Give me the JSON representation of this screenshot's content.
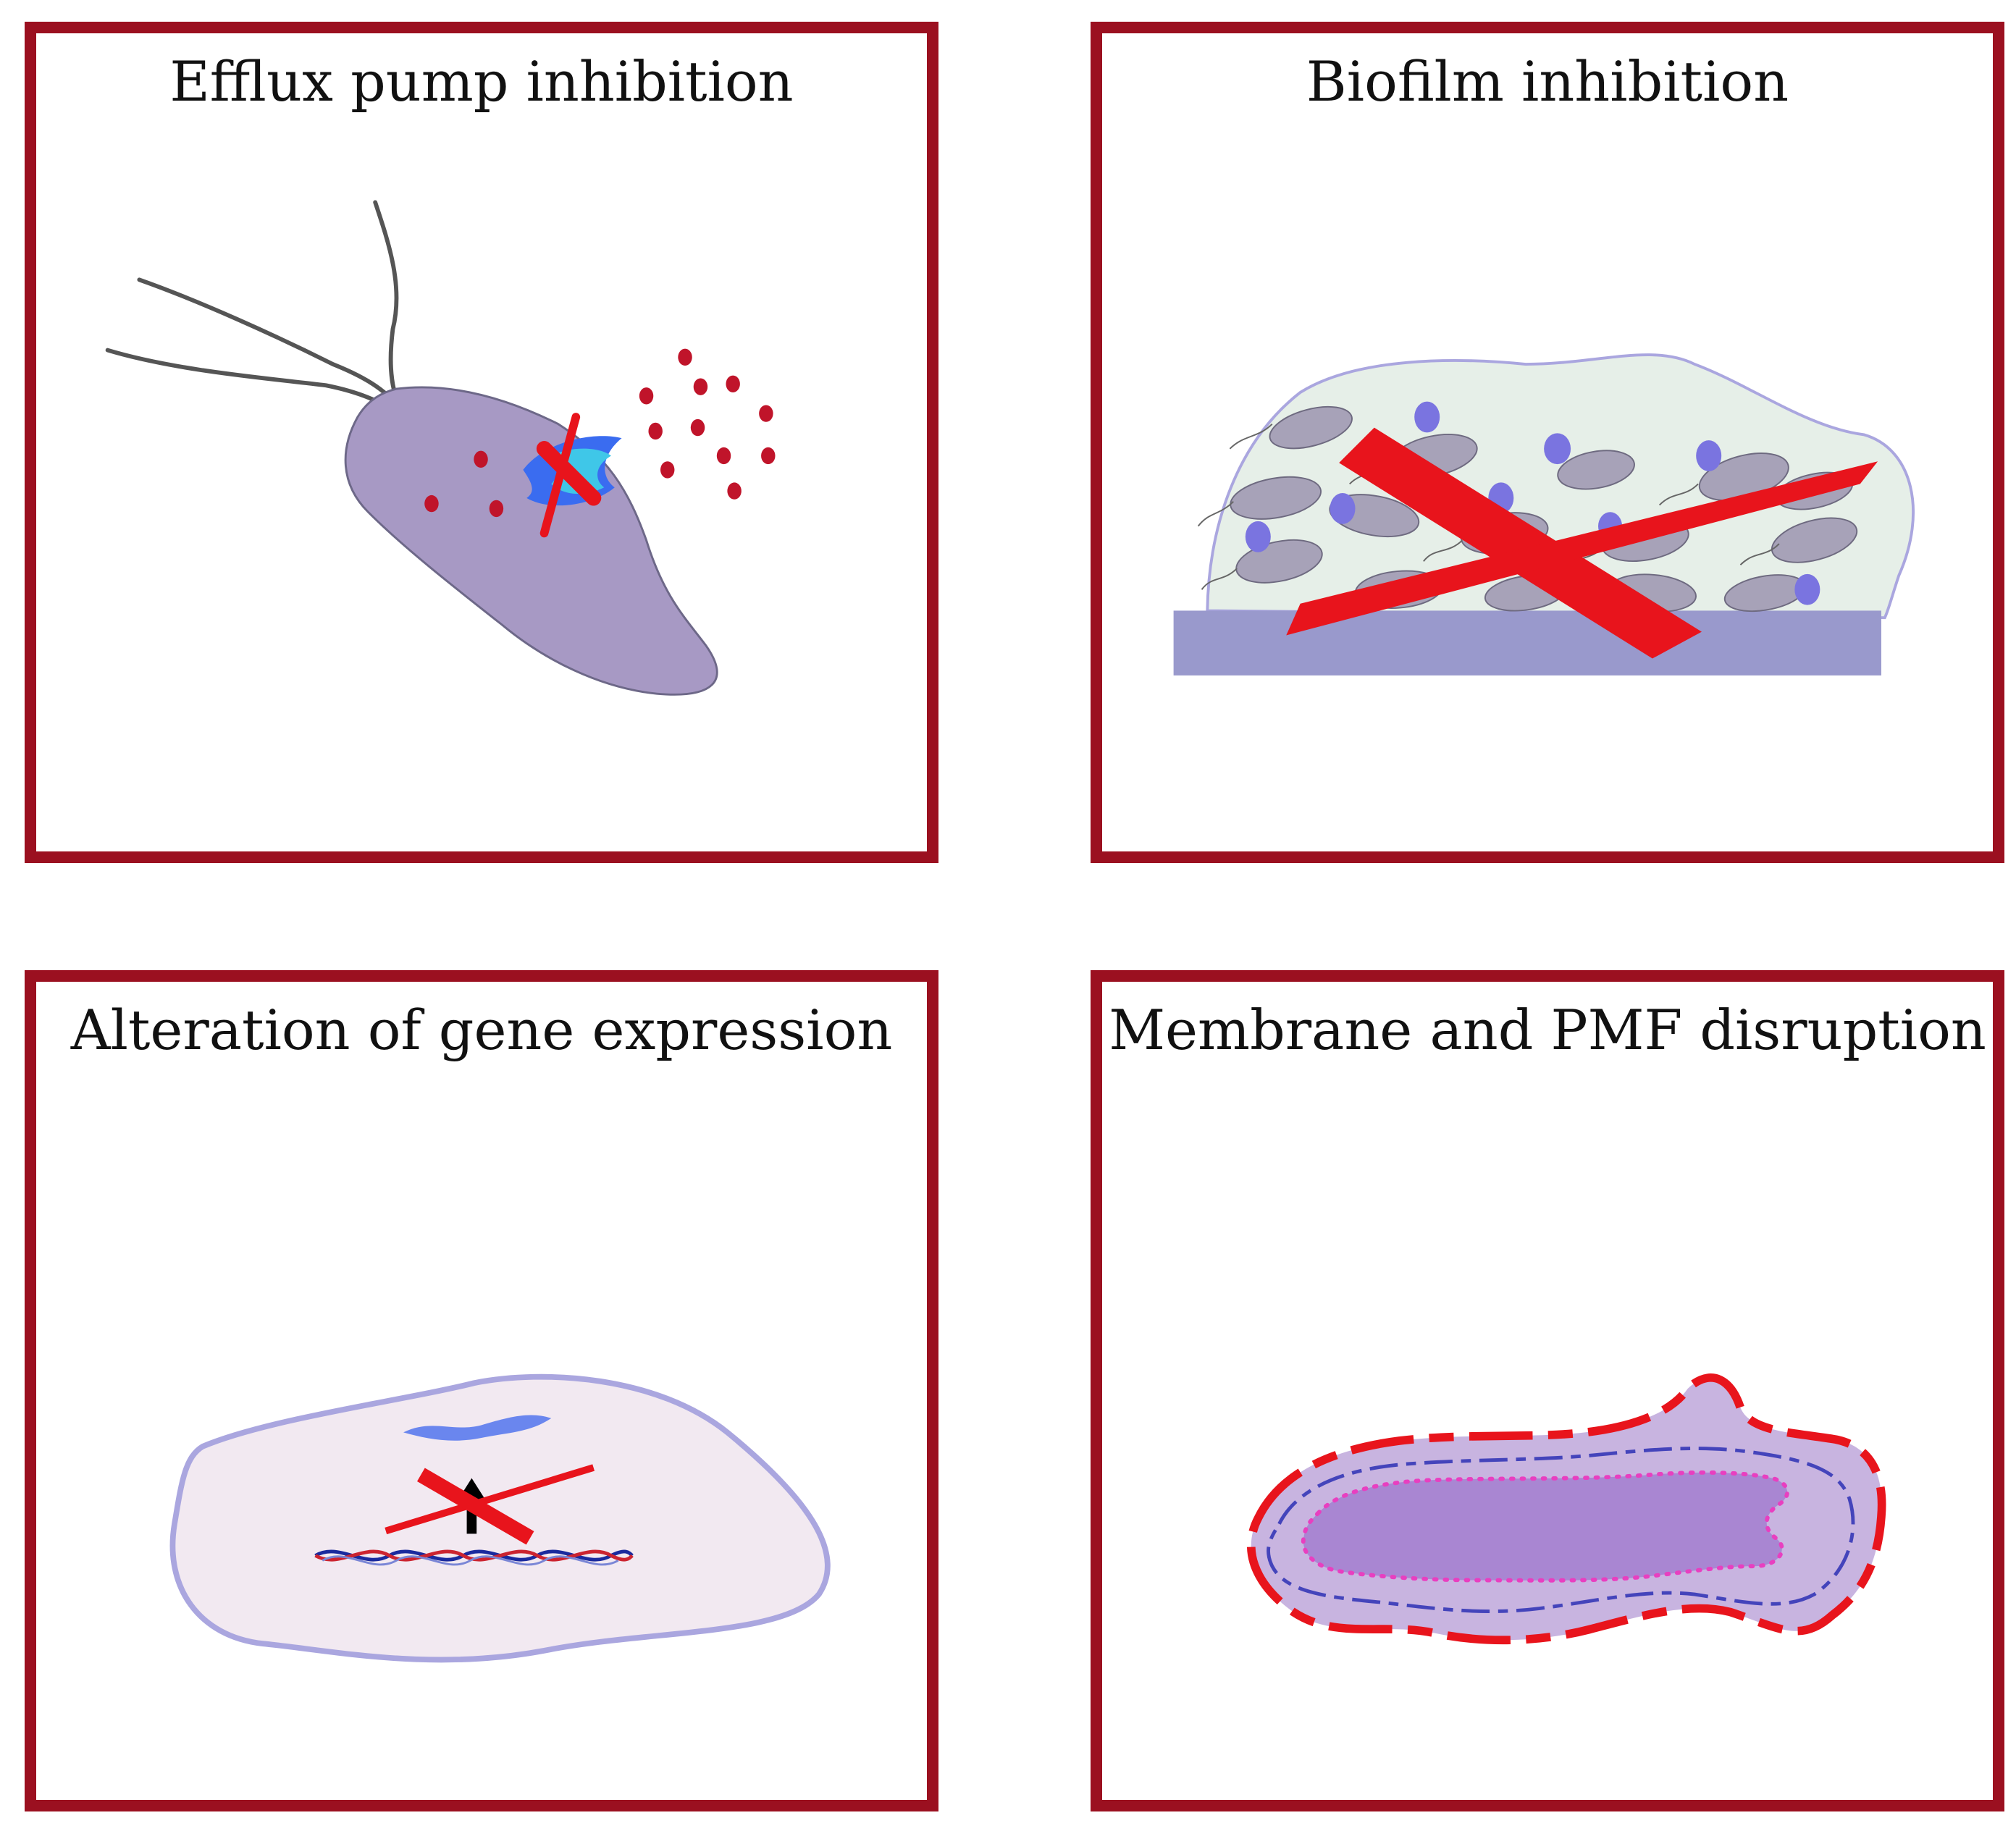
{
  "panels": {
    "efflux": {
      "title": "Efflux pump inhibition"
    },
    "biofilm": {
      "title": "Biofilm inhibition"
    },
    "gene": {
      "title": "Alteration of gene expression"
    },
    "pmf": {
      "title": "Membrane and PMF disruption"
    }
  },
  "colors": {
    "frame": "#9b1020",
    "inhibit_cross": "#e8141c",
    "bacterium": "#a799c4",
    "pump": "#3a6cf0",
    "pump_core": "#3fc7e8",
    "drug_dots": "#c0142a",
    "biofilm_matrix": "#e6efe8",
    "biofilm_surface": "#9999cc",
    "biofilm_dots": "#7a74e0",
    "cell_fill": "#f2e9f1",
    "cell_outline": "#aaa6df",
    "membrane_fill": "#c8b4e0",
    "cytoplasm": "#a986d2",
    "membrane_outer_dash": "#e8141c",
    "membrane_inner_dash": "#4444bb",
    "membrane_dots": "#e83fc0"
  },
  "icons": {
    "efflux": [
      "bacterium-icon",
      "flagella-icon",
      "efflux-pump-icon",
      "inhibition-cross-icon",
      "drug-molecule-icon"
    ],
    "biofilm": [
      "biofilm-matrix-icon",
      "surface-icon",
      "bacterium-icon",
      "inhibition-cross-icon"
    ],
    "gene": [
      "cell-icon",
      "dna-double-helix-icon",
      "mrna-icon",
      "arrow-up-icon",
      "inhibition-cross-icon"
    ],
    "pmf": [
      "disrupted-membrane-icon",
      "cytoplasm-icon"
    ]
  }
}
